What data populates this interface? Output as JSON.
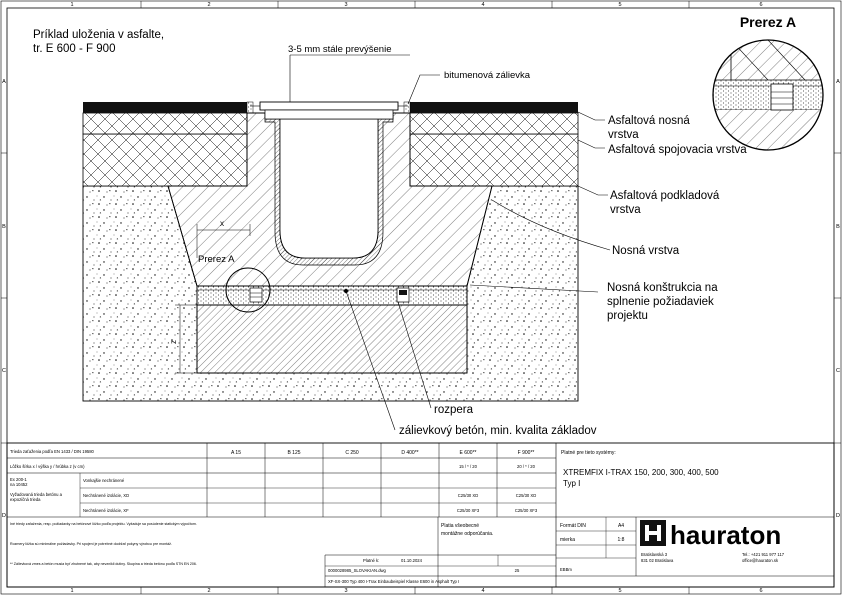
{
  "drawing": {
    "title_line1": "Príklad uloženia v asfalte,",
    "title_line2": "tr. E 600 - F 900",
    "section_label": "Prerez A",
    "section_callout": "Prerez A",
    "dim_x": "x",
    "dim_z": "z"
  },
  "grid": {
    "columns": [
      "1",
      "2",
      "3",
      "4",
      "5",
      "6"
    ],
    "rows": [
      "A",
      "B",
      "C",
      "D"
    ]
  },
  "callouts": {
    "overhang": "3-5 mm stále prevýšenie",
    "bitumen": "bitumenová zálievka",
    "asphalt_wearing_1": "Asfaltová nosná",
    "asphalt_wearing_2": "vrstva",
    "asphalt_binder": "Asfaltová spojovacia vrstva",
    "asphalt_base_1": "Asfaltová podkladová",
    "asphalt_base_2": "vrstva",
    "bearing_layer": "Nosná vrstva",
    "structure_1": "Nosná konštrukcia na",
    "structure_2": "splnenie požiadaviek",
    "structure_3": "projektu",
    "spacer": "rozpera",
    "concrete": "zálievkový betón, min. kvalita základov"
  },
  "title_block": {
    "row1_label": "Trieda zaťaženia podľa EN 1433 / DIN 19580",
    "classes": [
      "A 15",
      "B 125",
      "C 250",
      "D 400**",
      "E 600**",
      "F 900**"
    ],
    "row2_label": "Lôžko šírka x / výška y / hrúbka z (v cm)",
    "row2_values": [
      "15 / * / 20",
      "20 / * / 20"
    ],
    "row3a_label": "Ex 200-1",
    "row3b_label": "na 10452",
    "row3c_label": "Vyžadovaná trieda betónu a",
    "row3d_label": "expozičná trieda",
    "row3_sub1": "Vonkajšie nechránené",
    "row3_sub2": "Nechránené izolácie, XD",
    "row3_sub3": "Nechránené izolácie, XF",
    "row3_values": [
      "C25/30 XD",
      "C25/30 XD",
      "C25/30 XF3",
      "C25/30 XF3"
    ],
    "note1": "Iné triedy zaťaženia, resp. požiadavky na betónové lôžko podľa projektu. Vyžaduje sa posúdenie statickým výpočtom.",
    "note2": "Rozmery lôžka sú minimálne požiadavky. Pri spojení je potrebné dodržať pokyny výrobcu pre montáž.",
    "note3": "** Zálievková zmes a betón musia byť zhutnené tak, aby nevznikli dutiny. Skupina a trieda betónu podľa STN EN 206.",
    "plan_label_1": "Platia všeobecné",
    "plan_label_2": "montážne odporúčania.",
    "systems_label": "Platné pre tieto systémy:",
    "system_name": "XTREMFIX I-TRAX 150, 200, 300, 400, 500",
    "system_type": "Typ I",
    "format_label": "Formát DIN",
    "format_value": "A4",
    "scale_label": "mierka",
    "scale_value": "1:8",
    "author": "EBBm",
    "date_label": "Platné k:",
    "date_value": "01.10.2024",
    "file_name": "0000028985_SLOVAKIAN.dwg",
    "sheet_no": "25",
    "footer": "XF-SX-300 Typ 400 I-Trax Einbaubeispiel Klasse E600 in Asphalt Typ I",
    "brand": "hauraton",
    "address_1": "Bratislavská 3",
    "address_2": "831 02 Bratislava",
    "phone": "Tel.: +421 911 977 117",
    "email": "office@hauraton.sk"
  },
  "colors": {
    "line": "#000000",
    "fill_light": "#f2f2f2",
    "asphalt_top": "#111111"
  }
}
